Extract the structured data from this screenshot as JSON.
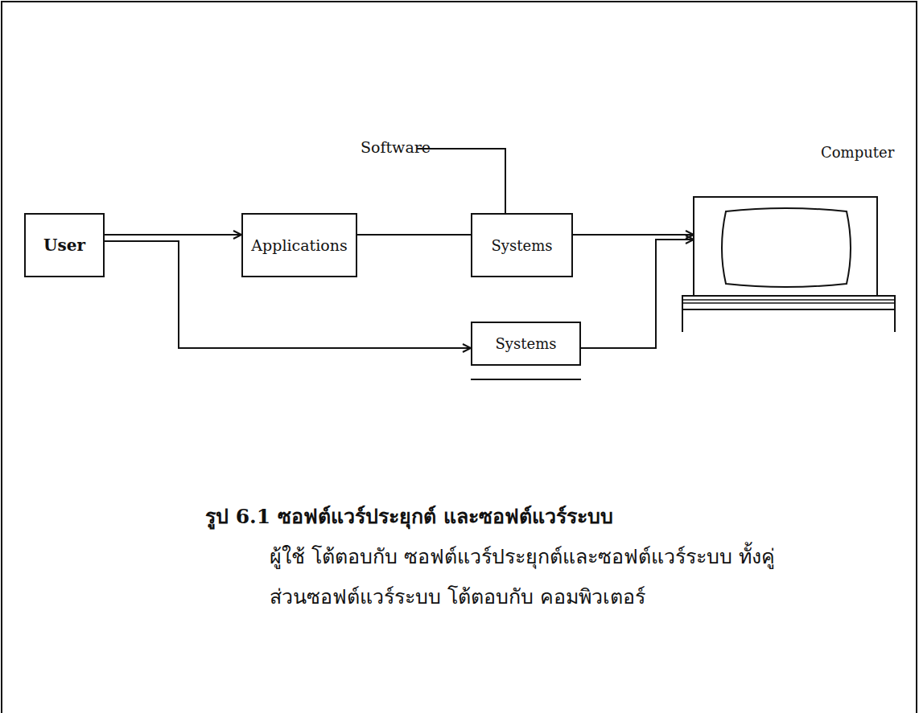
{
  "diagram": {
    "caption": "รูป 6.1 ซอฟต์แวร์ประยุกต์ และซอฟต์แวร์ระบบ",
    "nodes": [
      {
        "text": [
          "User"
        ]
      },
      {
        "text": [
          "Applications"
        ]
      },
      {
        "text": [
          "Systems"
        ]
      },
      {
        "text": [
          "Systems"
        ]
      },
      {
        "text": [
          "Computer"
        ]
      }
    ],
    "edges": [
      {
        "from": 0,
        "to": 1,
        "arrow": "to"
      },
      {
        "from": 1,
        "to": 2,
        "arrow": "none"
      },
      {
        "from": 2,
        "to": 4,
        "arrow": "to"
      },
      {
        "from": 0,
        "to": 3,
        "arrow": "to"
      },
      {
        "from": 3,
        "to": 4,
        "arrow": "to"
      }
    ],
    "labels": [
      "Software",
      "ผู้ใช้ โต้ตอบกับ ซอฟต์แวร์ประยุกต์และซอฟต์แวร์ระบบ ทั้งคู่",
      "ส่วนซอฟต์แวร์ระบบ โต้ตอบกับ คอมพิวเตอร์"
    ]
  }
}
